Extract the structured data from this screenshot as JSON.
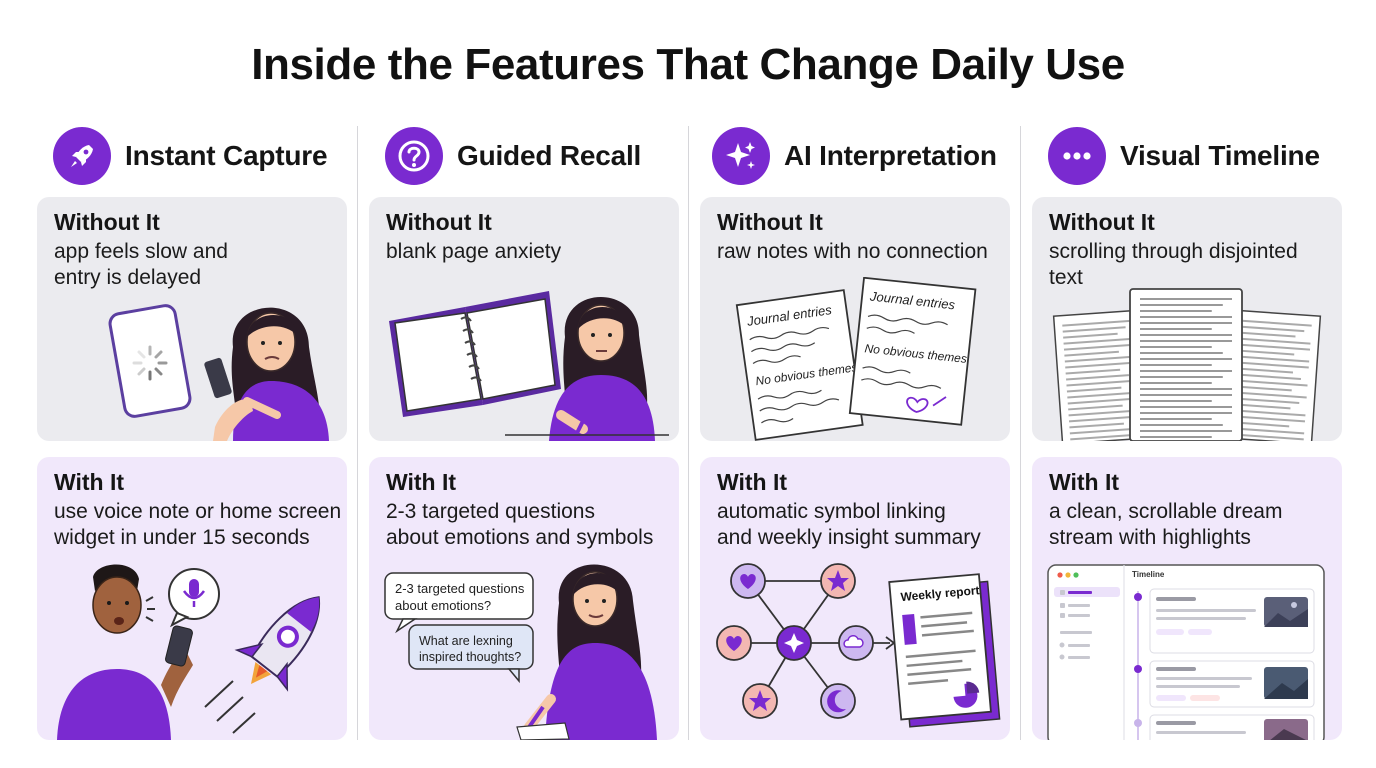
{
  "title": "Inside the Features That Change Daily Use",
  "colors": {
    "accent": "#7a2ad0",
    "panel_without": "#ebebef",
    "panel_with": "#f1e8fb"
  },
  "columns": [
    {
      "title": "Instant Capture",
      "icon": "rocket-icon",
      "without_label": "Without It",
      "without_text": "app feels slow and\nentry is delayed",
      "with_label": "With It",
      "with_text": "use voice note or home screen\nwidget in under 15 seconds"
    },
    {
      "title": "Guided Recall",
      "icon": "question-icon",
      "without_label": "Without It",
      "without_text": "blank page anxiety",
      "with_label": "With It",
      "with_text": "2-3 targeted questions\nabout emotions and symbols",
      "bubble_1": "2-3  targeted questions\n about emotions?",
      "bubble_2": "What are lexning\n inspired thoughts?"
    },
    {
      "title": "AI Interpretation",
      "icon": "sparkle-icon",
      "without_label": "Without It",
      "without_text": "raw notes with no connection",
      "with_label": "With It",
      "with_text": "automatic symbol linking\nand weekly insight summary",
      "note_1_heading": "Journal entries",
      "note_1_line": "No obvious themes",
      "note_2_heading": "Journal entries",
      "note_2_line": "No obvious themes",
      "report_title": "Weekly report"
    },
    {
      "title": "Visual Timeline",
      "icon": "more-dots-icon",
      "without_label": "Without It",
      "without_text": "scrolling through disjointed\ntext",
      "with_label": "With It",
      "with_text": "a clean, scrollable dream\nstream with highlights",
      "timeline_label": "Timeline"
    }
  ]
}
